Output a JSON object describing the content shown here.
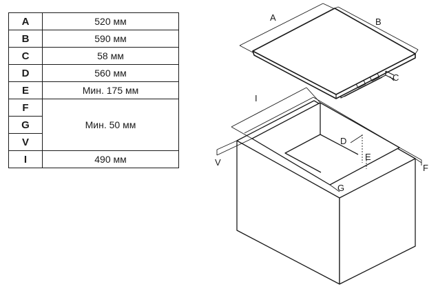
{
  "table": {
    "rows": [
      {
        "key": "A",
        "value": "520 мм"
      },
      {
        "key": "B",
        "value": "590 мм"
      },
      {
        "key": "C",
        "value": "58 мм"
      },
      {
        "key": "D",
        "value": "560 мм"
      },
      {
        "key": "E",
        "value": "Мин. 175 мм"
      },
      {
        "key": "F",
        "value": "Мин. 50 мм"
      },
      {
        "key": "G"
      },
      {
        "key": "V"
      },
      {
        "key": "I",
        "value": "490 мм"
      }
    ]
  },
  "diagram": {
    "labels": {
      "A": "A",
      "B": "B",
      "C": "C",
      "D": "D",
      "E": "E",
      "F": "F",
      "G": "G",
      "V": "V",
      "I": "I"
    }
  }
}
